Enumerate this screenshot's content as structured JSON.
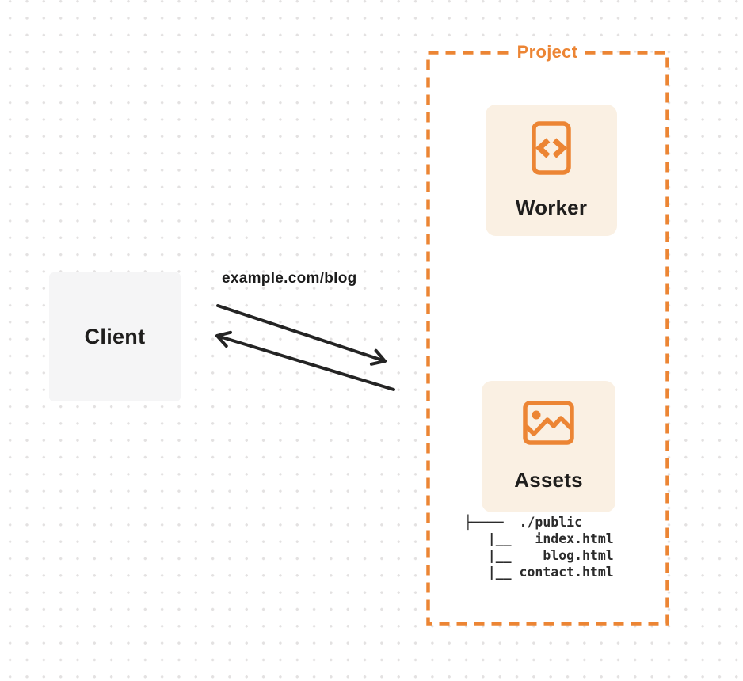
{
  "client": {
    "label": "Client"
  },
  "request": {
    "label": "example.com/blog"
  },
  "project": {
    "label": "Project",
    "worker": {
      "label": "Worker",
      "icon": "code-file-icon"
    },
    "assets": {
      "label": "Assets",
      "icon": "image-icon",
      "file_tree": "├────  ./public\n   |__   index.html\n   |__    blog.html\n   |__ contact.html"
    }
  },
  "colors": {
    "orange": "#ec8534",
    "card_background": "#faf0e3",
    "client_background": "#f5f5f6",
    "text_dark": "#1f1e1d",
    "arrow": "#242424",
    "dot_grid": "#e3e1e1",
    "background": "#ffffff"
  }
}
